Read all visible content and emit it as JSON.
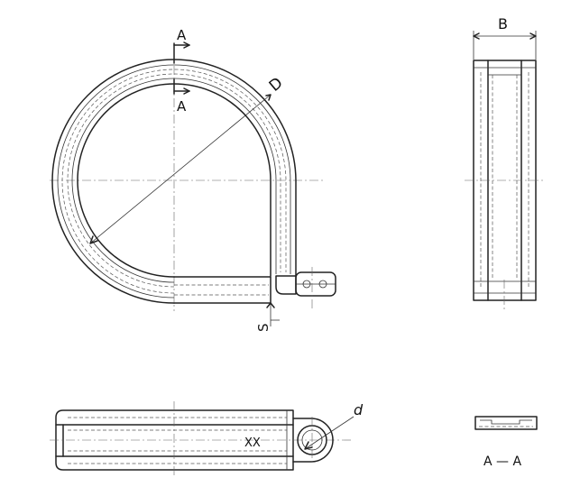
{
  "labels": {
    "section_mark_top": "A",
    "section_mark_bottom": "A",
    "diameter_D": "D",
    "thickness_S": "S",
    "width_B": "B",
    "hole_d": "d",
    "marking": "XX",
    "section_title": "A — A"
  },
  "colors": {
    "line": "#222222",
    "background": "#ffffff"
  }
}
